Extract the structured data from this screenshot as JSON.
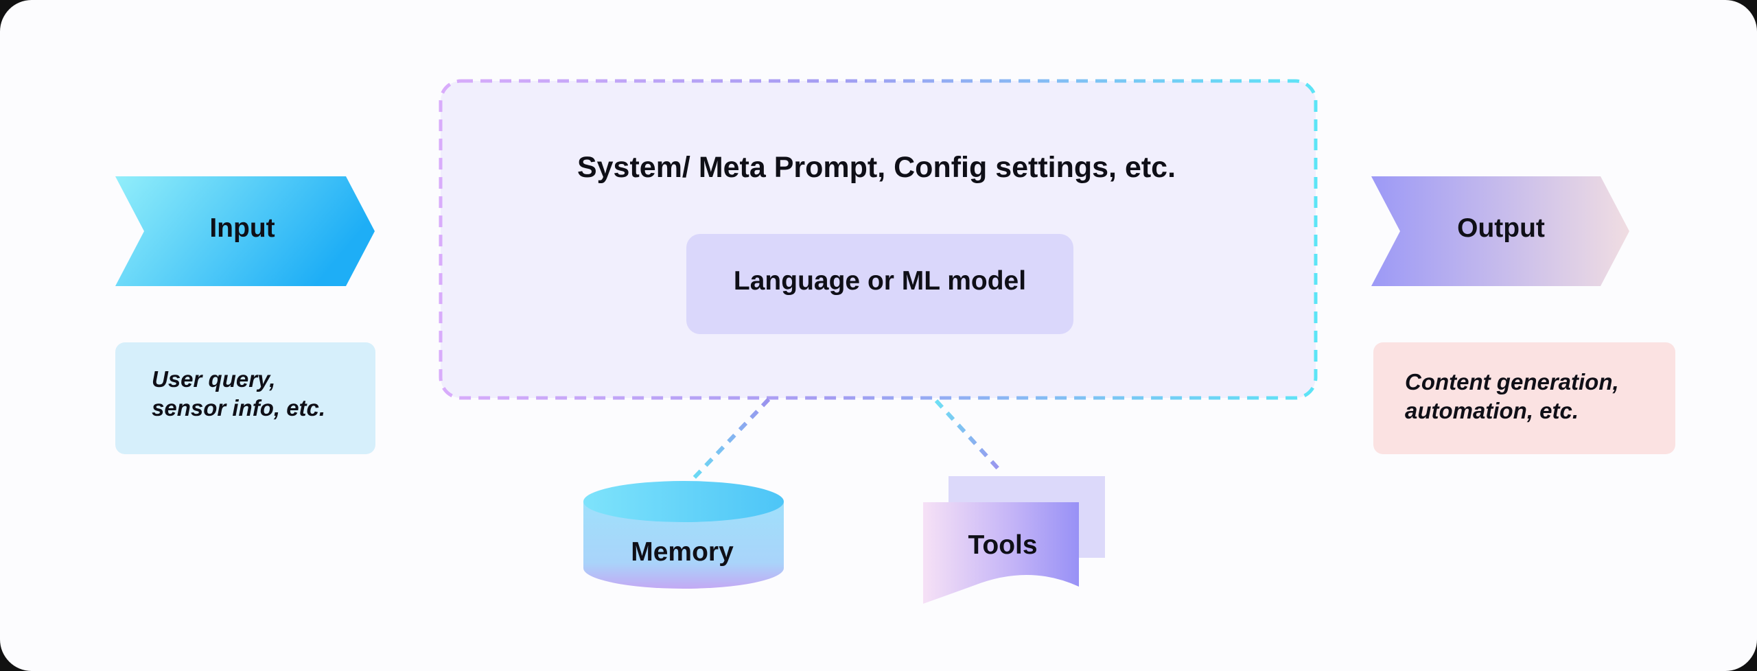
{
  "diagram": {
    "input": {
      "label": "Input",
      "description_line1": "User query,",
      "description_line2": "sensor info, etc."
    },
    "system": {
      "title": "System/ Meta Prompt, Config settings, etc.",
      "model_label": "Language or ML model"
    },
    "output": {
      "label": "Output",
      "description_line1": "Content generation,",
      "description_line2": "automation, etc."
    },
    "memory": {
      "label": "Memory"
    },
    "tools": {
      "label": "Tools"
    }
  },
  "colors": {
    "background": "#fcfcfe",
    "input_box": "#d6effb",
    "output_box": "#fbe2e2",
    "system_fill": "#f1effd",
    "model_box": "#dad7fb",
    "input_arrow_start": "#8cecfa",
    "input_arrow_end": "#1fb0f6",
    "output_arrow_start": "#9f9cf6",
    "output_arrow_end": "#ecd8e0",
    "dashed_start": "#dcaefc",
    "dashed_end": "#5fe3f5"
  }
}
